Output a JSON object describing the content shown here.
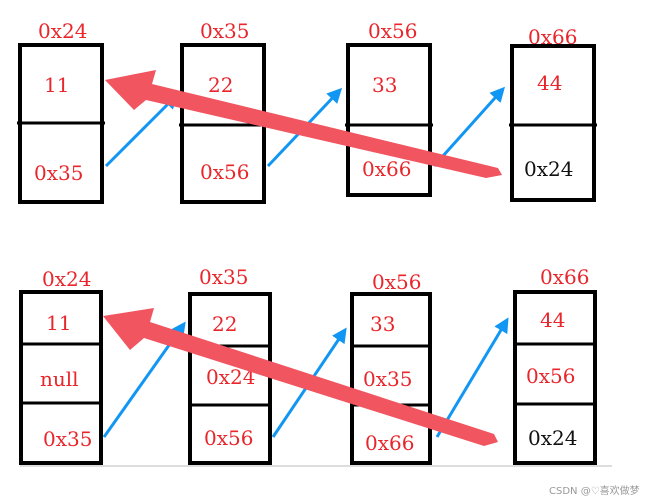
{
  "top_row": {
    "nodes": [
      {
        "address": "0x24",
        "cells": [
          "11",
          "0x35"
        ]
      },
      {
        "address": "0x35",
        "cells": [
          "22",
          "0x56"
        ]
      },
      {
        "address": "0x56",
        "cells": [
          "33",
          "0x66"
        ]
      },
      {
        "address": "0x66",
        "cells": [
          "44",
          "0x24"
        ]
      }
    ]
  },
  "bottom_row": {
    "nodes": [
      {
        "address": "0x24",
        "cells": [
          "11",
          "null",
          "0x35"
        ]
      },
      {
        "address": "0x35",
        "cells": [
          "22",
          "0x24",
          "0x56"
        ]
      },
      {
        "address": "0x56",
        "cells": [
          "33",
          "0x35",
          "0x66"
        ]
      },
      {
        "address": "0x66",
        "cells": [
          "44",
          "0x56",
          "0x24"
        ]
      }
    ]
  },
  "watermark": "CSDN @♡喜欢做梦",
  "colors": {
    "text_red": "#e8262c",
    "text_black": "#111111",
    "arrow_blue": "#1296f3",
    "arrow_red": "#f05560",
    "box": "#000000"
  }
}
